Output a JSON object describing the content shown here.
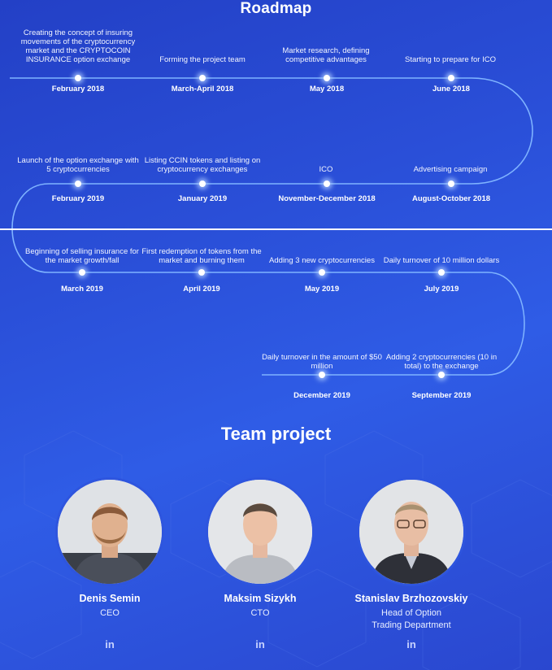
{
  "roadmap": {
    "title": "Roadmap",
    "row1": [
      {
        "desc": "Creating the concept of insuring movements of the cryptocurrency market and the CRYPTOCOIN INSURANCE option exchange",
        "date": "February 2018"
      },
      {
        "desc": "Forming the project team",
        "date": "March-April 2018"
      },
      {
        "desc": "Market research, defining competitive advantages",
        "date": "May 2018"
      },
      {
        "desc": "Starting to prepare for ICO",
        "date": "June 2018"
      }
    ],
    "row2": [
      {
        "desc": "Launch of the option exchange with 5 cryptocurrencies",
        "date": "February 2019"
      },
      {
        "desc": "Listing CCIN tokens and listing on cryptocurrency exchanges",
        "date": "January 2019"
      },
      {
        "desc": "ICO",
        "date": "November-December 2018"
      },
      {
        "desc": "Advertising campaign",
        "date": "August-October 2018"
      }
    ],
    "row3": [
      {
        "desc": "Beginning of selling insurance for the market growth/fall",
        "date": "March 2019"
      },
      {
        "desc": "First redemption of tokens from the market and burning them",
        "date": "April 2019"
      },
      {
        "desc": "Adding 3 new cryptocurrencies",
        "date": "May 2019"
      },
      {
        "desc": "Daily turnover of 10 million dollars",
        "date": "July 2019"
      }
    ],
    "row4": [
      {
        "desc": "Daily turnover in the amount of $50 million",
        "date": "December 2019"
      },
      {
        "desc": "Adding 2 cryptocurrencies (10 in total) to the exchange",
        "date": "September 2019"
      }
    ]
  },
  "team": {
    "title": "Team project",
    "members": [
      {
        "name": "Denis Semin",
        "role": "CEO",
        "link_label": "in"
      },
      {
        "name": "Maksim Sizykh",
        "role": "CTO",
        "link_label": "in"
      },
      {
        "name": "Stanislav Brzhozovskiy",
        "role": "Head of Option Trading Department",
        "link_label": "in"
      }
    ]
  },
  "colors": {
    "background": "#2a4fd8",
    "line": "#7fb3ff",
    "text": "#ffffff"
  }
}
